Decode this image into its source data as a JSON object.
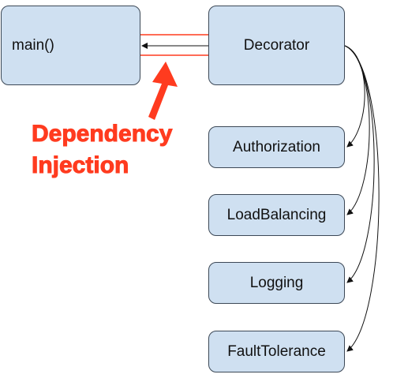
{
  "nodes": {
    "main": "main()",
    "decorator": "Decorator",
    "authorization": "Authorization",
    "load_balancing": "LoadBalancing",
    "logging": "Logging",
    "fault_tolerance": "FaultTolerance"
  },
  "annotation": {
    "line1": "Dependency",
    "line2": "Injection",
    "color": "#ff3b1f"
  },
  "colors": {
    "box_fill": "#cfe0f1",
    "box_border": "#3c4856",
    "highlight": "#ff3b1f"
  }
}
